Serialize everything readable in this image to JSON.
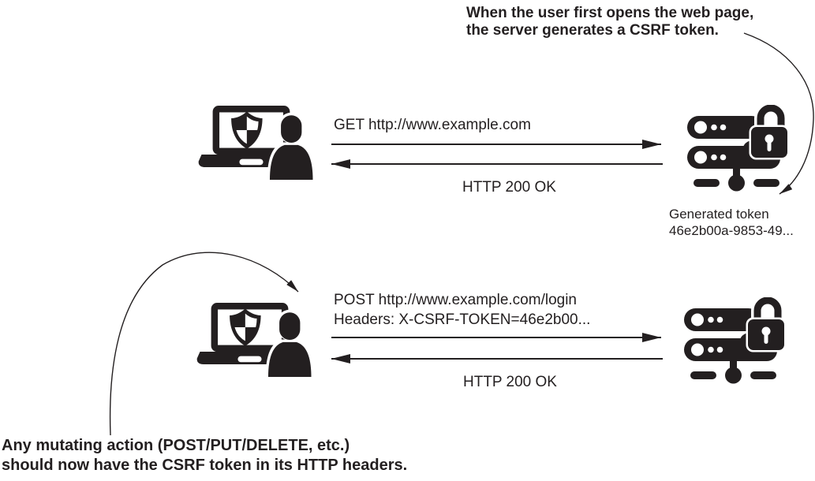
{
  "diagram": {
    "colors": {
      "ink": "#231f20",
      "background": "#ffffff"
    },
    "annotation_top": {
      "line1": "When the user first opens the web page,",
      "line2": "the server generates a CSRF token."
    },
    "annotation_bottom": {
      "line1": "Any mutating action (POST/PUT/DELETE, etc.)",
      "line2": "should now have the CSRF token in its HTTP headers."
    },
    "generated_token": {
      "line1": "Generated token",
      "line2": "46e2b00a-9853-49..."
    },
    "flow_top": {
      "request": "GET http://www.example.com",
      "response": "HTTP 200 OK"
    },
    "flow_bottom": {
      "request_line1": "POST http://www.example.com/login",
      "request_line2": "Headers: X-CSRF-TOKEN=46e2b00...",
      "response": "HTTP 200 OK"
    },
    "icons": {
      "client": "laptop-with-shield-and-user-icon",
      "server": "server-rack-with-padlock-icon",
      "shield": "shield-checkered-icon",
      "lock": "padlock-icon"
    }
  }
}
